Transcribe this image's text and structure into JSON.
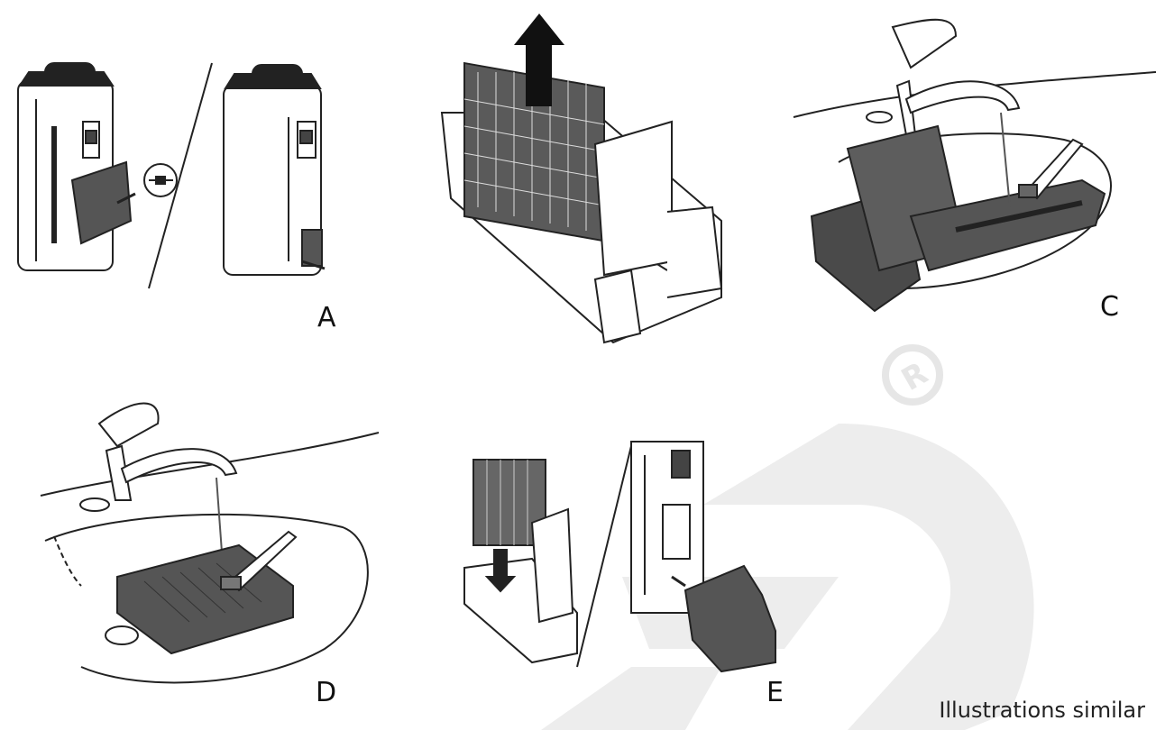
{
  "panels": {
    "a": {
      "label": "A"
    },
    "c": {
      "label": "C"
    },
    "d": {
      "label": "D"
    },
    "e": {
      "label": "E"
    }
  },
  "caption": "Illustrations similar",
  "icons": {
    "arrow": "up-arrow-icon",
    "registered": "registered-mark-icon",
    "faucet": "faucet-icon",
    "brush": "brush-icon"
  },
  "colors": {
    "line": "#222222",
    "filter_dark": "#5a5a5a",
    "watermark": "#ececec",
    "arrow": "#111111"
  }
}
